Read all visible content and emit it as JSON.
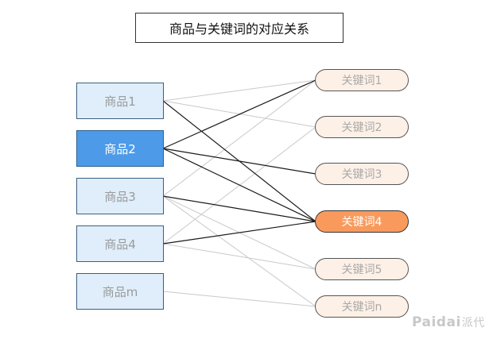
{
  "title": "商品与关键词的对应关系",
  "products": [
    {
      "id": "p1",
      "label": "商品1",
      "active": false
    },
    {
      "id": "p2",
      "label": "商品2",
      "active": true
    },
    {
      "id": "p3",
      "label": "商品3",
      "active": false
    },
    {
      "id": "p4",
      "label": "商品4",
      "active": false
    },
    {
      "id": "pm",
      "label": "商品m",
      "active": false
    }
  ],
  "keywords": [
    {
      "id": "k1",
      "label": "关键词1",
      "active": false
    },
    {
      "id": "k2",
      "label": "关键词2",
      "active": false
    },
    {
      "id": "k3",
      "label": "关键词3",
      "active": false
    },
    {
      "id": "k4",
      "label": "关键词4",
      "active": true
    },
    {
      "id": "k5",
      "label": "关键词5",
      "active": false
    },
    {
      "id": "kn",
      "label": "关键词n",
      "active": false
    }
  ],
  "edges": [
    {
      "from": 0,
      "to": 0,
      "strong": false
    },
    {
      "from": 0,
      "to": 1,
      "strong": false
    },
    {
      "from": 0,
      "to": 3,
      "strong": true
    },
    {
      "from": 1,
      "to": 0,
      "strong": true
    },
    {
      "from": 1,
      "to": 2,
      "strong": true
    },
    {
      "from": 1,
      "to": 3,
      "strong": true
    },
    {
      "from": 2,
      "to": 0,
      "strong": false
    },
    {
      "from": 2,
      "to": 3,
      "strong": true
    },
    {
      "from": 2,
      "to": 4,
      "strong": false
    },
    {
      "from": 2,
      "to": 5,
      "strong": false
    },
    {
      "from": 3,
      "to": 1,
      "strong": false
    },
    {
      "from": 3,
      "to": 3,
      "strong": true
    },
    {
      "from": 3,
      "to": 4,
      "strong": false
    },
    {
      "from": 4,
      "to": 5,
      "strong": false
    }
  ],
  "colors": {
    "strong_edge": "#1a1a1a",
    "weak_edge": "#c9c9c9"
  },
  "watermark": {
    "latin": "Paidai",
    "cn": "派代"
  }
}
